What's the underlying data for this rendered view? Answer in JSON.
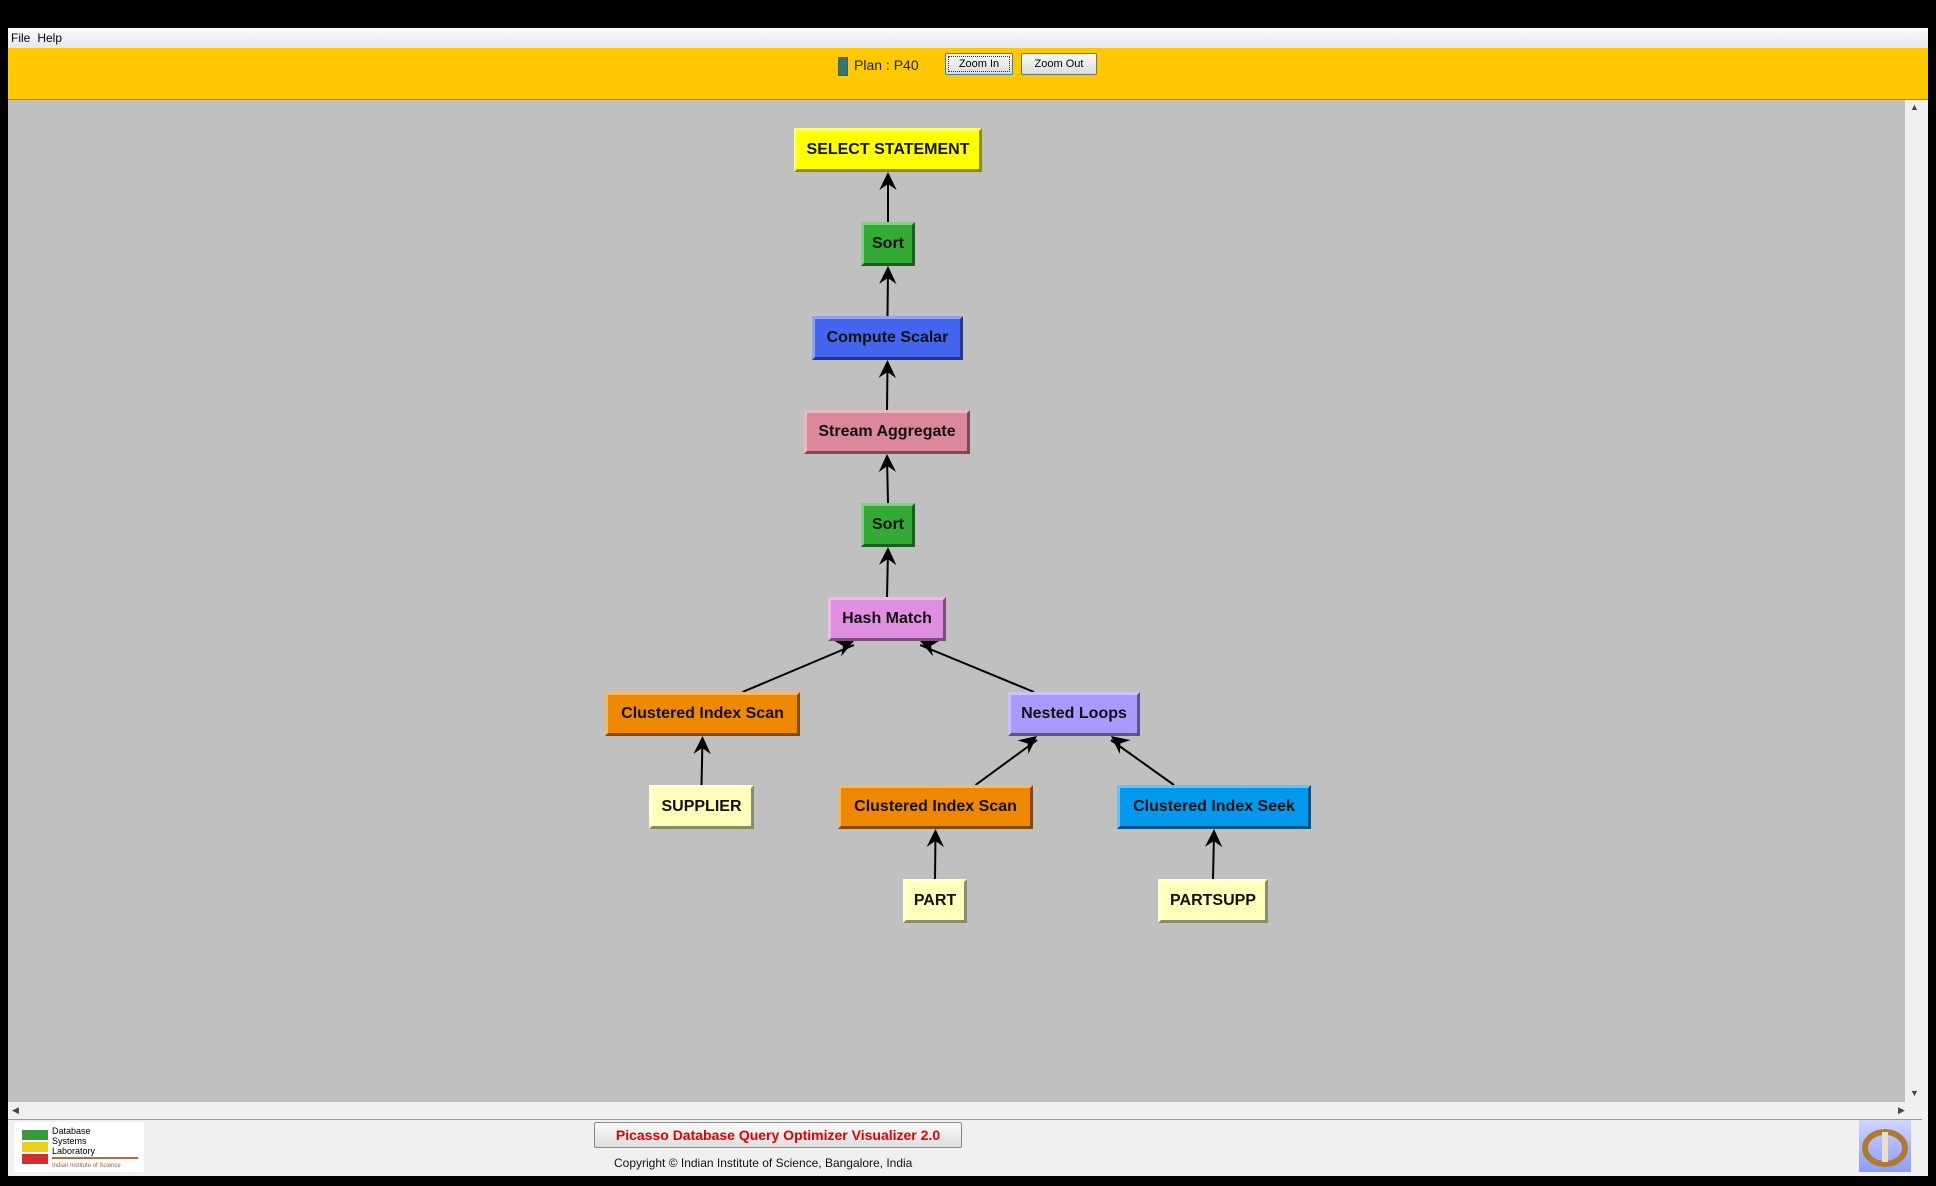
{
  "menu": {
    "file": "File",
    "help": "Help"
  },
  "toolbar": {
    "plan_label": "Plan : P40",
    "plan_color": "#2f7a72",
    "zoom_in": "Zoom In",
    "zoom_out": "Zoom Out"
  },
  "plan_tree": {
    "nodes": [
      {
        "id": "n0",
        "label": "SELECT STATEMENT",
        "color": "#ffff00"
      },
      {
        "id": "n1",
        "label": "Sort",
        "color": "#33aa33"
      },
      {
        "id": "n2",
        "label": "Compute Scalar",
        "color": "#4466ee"
      },
      {
        "id": "n3",
        "label": "Stream Aggregate",
        "color": "#dd8899"
      },
      {
        "id": "n4",
        "label": "Sort",
        "color": "#33aa33"
      },
      {
        "id": "n5",
        "label": "Hash Match",
        "color": "#e08ee0"
      },
      {
        "id": "n6",
        "label": "Clustered Index Scan",
        "color": "#ee8800"
      },
      {
        "id": "n7",
        "label": "Nested Loops",
        "color": "#aa99ff"
      },
      {
        "id": "n8",
        "label": "SUPPLIER",
        "color": "#ffffbb"
      },
      {
        "id": "n9",
        "label": "Clustered Index Scan",
        "color": "#ee8800"
      },
      {
        "id": "n10",
        "label": "Clustered Index Seek",
        "color": "#0099ee"
      },
      {
        "id": "n11",
        "label": "PART",
        "color": "#ffffbb"
      },
      {
        "id": "n12",
        "label": "PARTSUPP",
        "color": "#ffffbb"
      }
    ],
    "edges": [
      [
        "n1",
        "n0"
      ],
      [
        "n2",
        "n1"
      ],
      [
        "n3",
        "n2"
      ],
      [
        "n4",
        "n3"
      ],
      [
        "n5",
        "n4"
      ],
      [
        "n6",
        "n5"
      ],
      [
        "n7",
        "n5"
      ],
      [
        "n8",
        "n6"
      ],
      [
        "n9",
        "n7"
      ],
      [
        "n10",
        "n7"
      ],
      [
        "n11",
        "n9"
      ],
      [
        "n12",
        "n10"
      ]
    ]
  },
  "footer": {
    "title": "Picasso Database Query Optimizer Visualizer 2.0",
    "copyright": "Copyright © Indian Institute of Science, Bangalore, India",
    "dsl_logo": "Database Systems Laboratory Indian Institute of Science"
  }
}
